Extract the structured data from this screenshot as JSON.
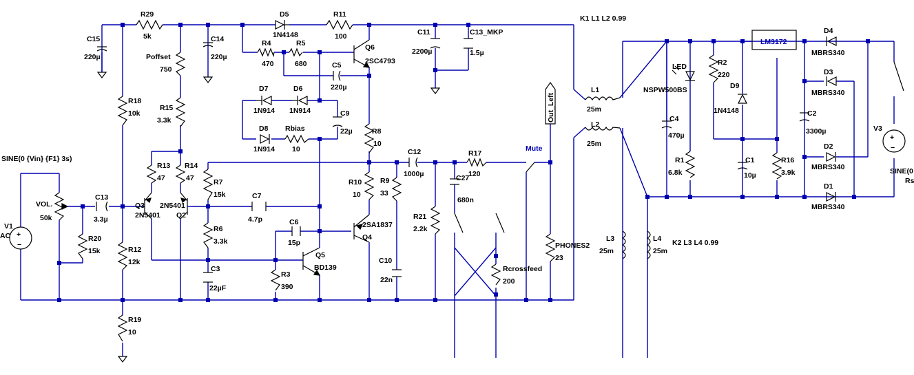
{
  "schematic": {
    "spice_directive_top": "K1 L1 L2 0.99",
    "spice_directive_bottom": "K2 L3 L4 0.99",
    "source_v1": {
      "name": "V1",
      "value": "SINE(0 {Vin} {F1} 3s)",
      "stub": "AC"
    },
    "source_v3": {
      "name": "V3",
      "value": "SINE(0",
      "stub": "Rs"
    },
    "net_labels": {
      "mute": "Mute",
      "out_left": "Out_Left"
    },
    "parts": [
      {
        "ref": "R29",
        "value": "5k"
      },
      {
        "ref": "C15",
        "value": "220µ"
      },
      {
        "ref": "Poffset",
        "value": "750"
      },
      {
        "ref": "C14",
        "value": "220µ"
      },
      {
        "ref": "D5",
        "value": "1N4148"
      },
      {
        "ref": "R11",
        "value": "100"
      },
      {
        "ref": "R4",
        "value": "470"
      },
      {
        "ref": "R5",
        "value": "680"
      },
      {
        "ref": "Q6",
        "value": "2SC4793"
      },
      {
        "ref": "C5",
        "value": "220µ"
      },
      {
        "ref": "C11",
        "value": "2200µ"
      },
      {
        "ref": "C13_MKP",
        "value": "1.5µ"
      },
      {
        "ref": "R18",
        "value": "10k"
      },
      {
        "ref": "R15",
        "value": "3.3k"
      },
      {
        "ref": "D7",
        "value": "1N914"
      },
      {
        "ref": "D6",
        "value": "1N914"
      },
      {
        "ref": "C9",
        "value": "22µ"
      },
      {
        "ref": "D8",
        "value": "1N914"
      },
      {
        "ref": "Rbias",
        "value": "10"
      },
      {
        "ref": "R8",
        "value": "10"
      },
      {
        "ref": "C12",
        "value": "1000µ"
      },
      {
        "ref": "R17",
        "value": "120"
      },
      {
        "ref": "C27",
        "value": "680n"
      },
      {
        "ref": "R13",
        "value": "47"
      },
      {
        "ref": "R14",
        "value": "47"
      },
      {
        "ref": "R7",
        "value": "15k"
      },
      {
        "ref": "R10",
        "value": "10"
      },
      {
        "ref": "R9",
        "value": "33"
      },
      {
        "ref": "VOL.",
        "value": "50k"
      },
      {
        "ref": "C13",
        "value": "3.3µ"
      },
      {
        "ref": "Q3",
        "value": "2N5401"
      },
      {
        "ref": "Q2",
        "value": "2N5401"
      },
      {
        "ref": "C7",
        "value": "4.7p"
      },
      {
        "ref": "C6",
        "value": "15p"
      },
      {
        "ref": "Q4",
        "value": "2SA1837"
      },
      {
        "ref": "R21",
        "value": "2.2k"
      },
      {
        "ref": "R20",
        "value": "15k"
      },
      {
        "ref": "R6",
        "value": "3.3k"
      },
      {
        "ref": "Q5",
        "value": "BD139"
      },
      {
        "ref": "R12",
        "value": "12k"
      },
      {
        "ref": "C10",
        "value": "22n"
      },
      {
        "ref": "PHONES2",
        "value": "23"
      },
      {
        "ref": "Rcrossfeed",
        "value": "200"
      },
      {
        "ref": "C3",
        "value": "22µF"
      },
      {
        "ref": "R3",
        "value": "390"
      },
      {
        "ref": "R19",
        "value": "10"
      },
      {
        "ref": "L1",
        "value": "25m"
      },
      {
        "ref": "L2",
        "value": "25m"
      },
      {
        "ref": "L3",
        "value": "25m"
      },
      {
        "ref": "L4",
        "value": "25m"
      },
      {
        "ref": "LED",
        "value": "NSPW500BS"
      },
      {
        "ref": "R2",
        "value": "220"
      },
      {
        "ref": "D9",
        "value": "1N4148"
      },
      {
        "ref": "C4",
        "value": "470µ"
      },
      {
        "ref": "R1",
        "value": "6.8k"
      },
      {
        "ref": "C1",
        "value": "10µ"
      },
      {
        "ref": "R16",
        "value": "3.9k"
      },
      {
        "ref": "LM3172",
        "value": ""
      },
      {
        "ref": "C2",
        "value": "3300µ"
      },
      {
        "ref": "D4",
        "value": "MBRS340"
      },
      {
        "ref": "D3",
        "value": "MBRS340"
      },
      {
        "ref": "D2",
        "value": "MBRS340"
      },
      {
        "ref": "D1",
        "value": "MBRS340"
      }
    ]
  }
}
